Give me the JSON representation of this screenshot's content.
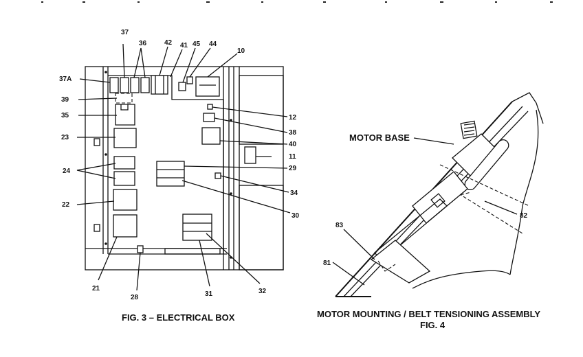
{
  "fig3": {
    "caption": "FIG. 3 – ELECTRICAL BOX",
    "callouts": [
      "37",
      "36",
      "42",
      "41",
      "45",
      "44",
      "10",
      "37A",
      "39",
      "35",
      "23",
      "24",
      "22",
      "21",
      "28",
      "31",
      "32",
      "30",
      "34",
      "29",
      "11",
      "40",
      "38",
      "12"
    ]
  },
  "fig4": {
    "caption_line1": "MOTOR MOUNTING / BELT TENSIONING ASSEMBLY",
    "caption_line2": "FIG. 4",
    "motor_base_label": "MOTOR BASE",
    "callouts": [
      "82",
      "83",
      "81"
    ]
  }
}
